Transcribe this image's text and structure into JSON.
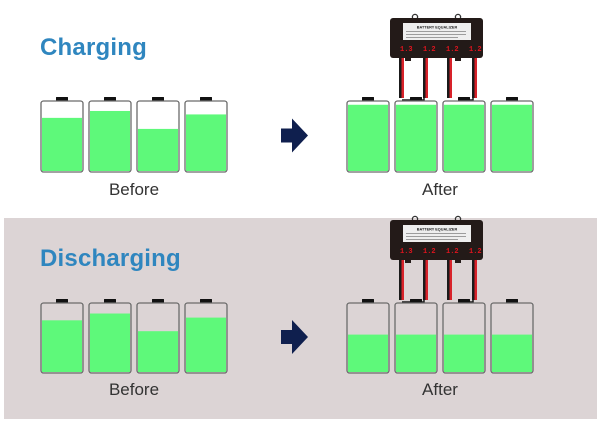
{
  "colors": {
    "title": "#2f86bf",
    "fill": "#5ef97a",
    "battery_outline": "#6b6b6b",
    "arrow": "#0f1f4e",
    "panel": "#dcd4d5",
    "equalizer_body": "#231a18",
    "wire_red": "#d8222a",
    "wire_black": "#1a1a1a",
    "led": "#e0141e"
  },
  "sections": [
    {
      "id": "charging",
      "title": "Charging",
      "before_label": "Before",
      "after_label": "After",
      "before_levels": [
        0.77,
        0.87,
        0.61,
        0.82
      ],
      "after_levels": [
        0.96,
        0.96,
        0.96,
        0.96
      ]
    },
    {
      "id": "discharging",
      "title": "Discharging",
      "before_label": "Before",
      "after_label": "After",
      "before_levels": [
        0.76,
        0.86,
        0.6,
        0.8
      ],
      "after_levels": [
        0.55,
        0.55,
        0.55,
        0.55
      ]
    }
  ],
  "equalizer": {
    "label": "BATTERY EQUALIZER",
    "displays": [
      "1.3",
      "1.2",
      "1.2",
      "1.2"
    ]
  },
  "icons": {
    "arrow": "right-arrow-icon"
  }
}
